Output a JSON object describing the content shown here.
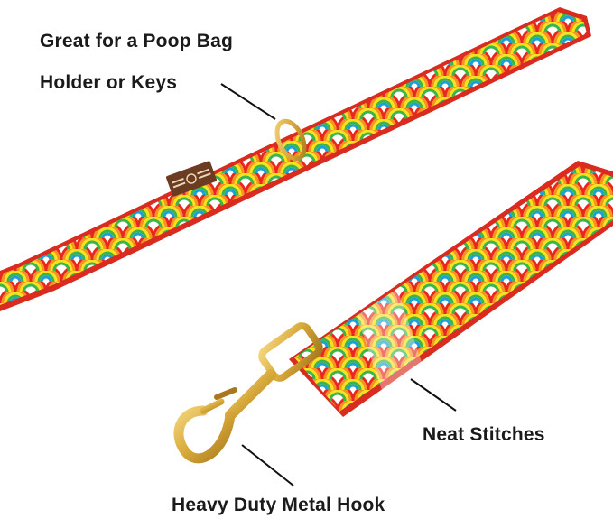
{
  "callouts": {
    "holder_line1": "Great for a Poop Bag",
    "holder_line2": "Holder or Keys",
    "stitches": "Neat Stitches",
    "hook": "Heavy Duty Metal Hook"
  },
  "colors": {
    "strap_base": "#d92b1f",
    "rainbow": [
      "#e8281e",
      "#f7941d",
      "#f7e21b",
      "#3bb54a",
      "#1c9fd8",
      "#ffffff"
    ],
    "metal": "#d7a93a",
    "metal_dark": "#a8781e",
    "tag": "#6b3b22"
  },
  "illustration": {
    "subject": "rainbow-pattern dog leash",
    "tag_icon": "brand-tag"
  }
}
